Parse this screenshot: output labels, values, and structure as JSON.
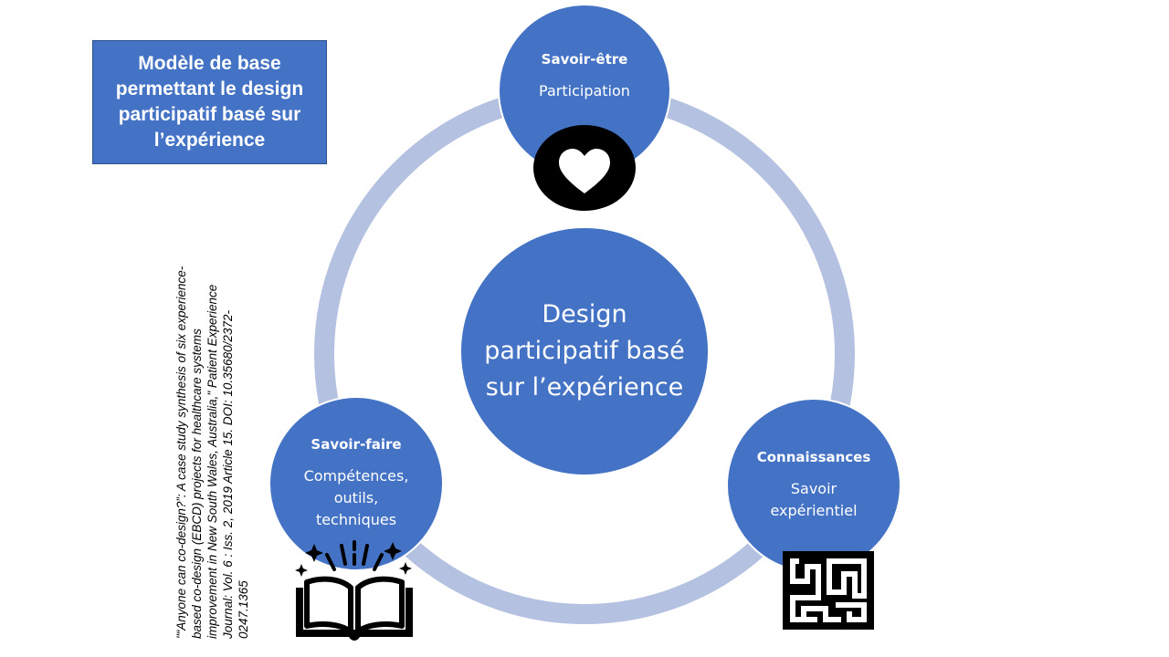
{
  "title": "Modèle de base permettant le design participatif basé sur l’expérience",
  "citation": "\"“Anyone can co-design?”: A case study synthesis of six experience-based co-design (EBCD)  projects for healthcare systems improvement in New South Wales, Australia,\" Patient Experience Journal: Vol. 6 : Iss. 2, 2019 Article 15. DOI: 10.35680/2372-0247.1365",
  "center": "Design participatif basé sur l’expérience",
  "nodes": {
    "top": {
      "title": "Savoir-être",
      "desc": "Participation",
      "icon": "heart-icon"
    },
    "left": {
      "title": "Savoir-faire",
      "desc": "Compétences, outils, techniques",
      "icon": "open-book-icon"
    },
    "right": {
      "title": "Connaissances",
      "desc": "Savoir expérientiel",
      "icon": "maze-icon"
    }
  },
  "colors": {
    "node": "#4472c4",
    "ring": "#b4c1e1",
    "icon": "#000000"
  }
}
